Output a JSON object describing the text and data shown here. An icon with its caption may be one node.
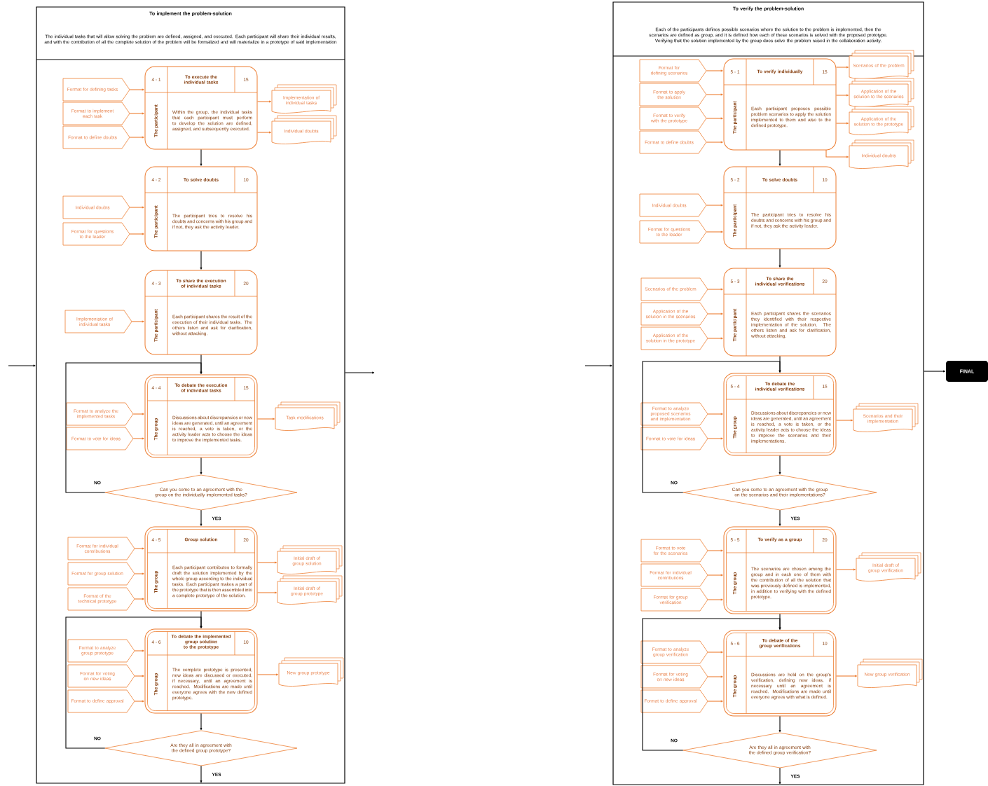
{
  "diagram": {
    "nodes": [
      {
        "text": [
          "To implement the problem-solution",
          "The individual tasks that will allow solving the problem are defined, assigned, and executed. Each participant will share their individual results, and with the contribution of all the complete solution of the problem will be formalized and will materialize in a prototype of said implementation"
        ]
      },
      {
        "text": [
          "Format for defining tasks"
        ],
        "in": 0
      },
      {
        "text": [
          "Format to implement each task"
        ],
        "in": 0
      },
      {
        "text": [
          "Format to define doubts"
        ],
        "in": 0
      },
      {
        "text": [
          "4 - 1",
          "To execute the individual tasks",
          "15",
          "The participant",
          "Within the group, the individual tasks that each participant must perform to develop the solution are defined, assigned, and subsequently executed."
        ],
        "in": 0
      },
      {
        "text": [
          "Implementation of individual tasks"
        ],
        "in": 0
      },
      {
        "text": [
          "Individual doubts"
        ],
        "in": 0
      },
      {
        "text": [
          "Individual doubts"
        ],
        "in": 0
      },
      {
        "text": [
          "Format for questions to the leader"
        ],
        "in": 0
      },
      {
        "text": [
          "4 - 2",
          "To solve doubts",
          "10",
          "The participant",
          "The participant tries to resolve his doubts and concerns with his group and if not, they ask the activity leader."
        ],
        "in": 0
      },
      {
        "text": [
          "Implementation of individual tasks"
        ],
        "in": 0
      },
      {
        "text": [
          "4 - 3",
          "To share the execution of individual tasks",
          "20",
          "The participant",
          "Each participant shares the result of the execution of their individual tasks. The others listen and ask for clarification, without attacking."
        ],
        "in": 0
      },
      {
        "text": [
          "Format to analyze the implemented tasks"
        ],
        "in": 0
      },
      {
        "text": [
          "Format to vote for ideas"
        ],
        "in": 0
      },
      {
        "text": [
          "4 - 4",
          "To debate the execution of individual tasks",
          "15",
          "The group",
          "Discussions about discrepancies or new ideas are generated, until an agreement is reached, a vote is taken, or the activity leader acts to choose the ideas to improve the implemented tasks."
        ],
        "in": 0
      },
      {
        "text": [
          "Task modifications"
        ],
        "in": 0
      },
      {
        "text": [
          "Can you come to an agreement with the group on the individually implemented tasks?"
        ],
        "in": 0
      },
      {
        "text": [
          "Format for individual contributions"
        ],
        "in": 0
      },
      {
        "text": [
          "Format for group solution"
        ],
        "in": 0
      },
      {
        "text": [
          "Format of the technical prototype"
        ],
        "in": 0
      },
      {
        "text": [
          "4 - 5",
          "Group solution",
          "20",
          "The group",
          "Each participant contributes to formally draft the solution implemented by the whole group according to the individual tasks. Each participant makes a part of the prototype that is then assembled into a complete prototype of the solution."
        ],
        "in": 0
      },
      {
        "text": [
          "Initial draft of group solution"
        ],
        "in": 0
      },
      {
        "text": [
          "Initial draft of group prototype"
        ],
        "in": 0
      },
      {
        "text": [
          "Format to analyze group prototype"
        ],
        "in": 0
      },
      {
        "text": [
          "Format for voting on new ideas"
        ],
        "in": 0
      },
      {
        "text": [
          "Format to define approval"
        ],
        "in": 0
      },
      {
        "text": [
          "4 - 6",
          "To debate the implemented group solution to the prototype",
          "10",
          "The group",
          "The complete prototype is presented, new ideas are discussed or executed, if necessary, until an agreement is reached. Modifications are made until everyone agrees with the new defined prototype."
        ],
        "in": 0
      },
      {
        "text": [
          "New group prototype"
        ],
        "in": 0
      },
      {
        "text": [
          "Are they all in agreement with the defined group prototype?"
        ],
        "in": 0
      },
      {
        "text": [
          "To verify the problem-solution",
          "Each of the participants defines possible scenarios where the solution to the problem is implemented, then the scenarios are defined as group, and it is defined how each of these scenarios is solved with the proposed prototype. Verifying that the solution implemented by the group does solve the problem raised in the collaboration activity."
        ]
      },
      {
        "text": [
          "Format for defining scenarios"
        ],
        "in": 29
      },
      {
        "text": [
          "Format to apply the solution"
        ],
        "in": 29
      },
      {
        "text": [
          "Format to verify with the prototype"
        ],
        "in": 29
      },
      {
        "text": [
          "Format to define doubts"
        ],
        "in": 29
      },
      {
        "text": [
          "5 - 1",
          "To verify individually",
          "15",
          "The participant",
          "Each participant proposes possible problem scenarios to apply the solution implemented to them and also to the defined prototype."
        ],
        "in": 29
      },
      {
        "text": [
          "Scenarios of the problem"
        ],
        "in": 29
      },
      {
        "text": [
          "Application of the solution to the scenarios"
        ],
        "in": 29
      },
      {
        "text": [
          "Application of the solution to the prototype"
        ],
        "in": 29
      },
      {
        "text": [
          "Individual doubts"
        ],
        "in": 29
      },
      {
        "text": [
          "Individual doubts"
        ],
        "in": 29
      },
      {
        "text": [
          "Format for questions to the leader"
        ],
        "in": 29
      },
      {
        "text": [
          "5 - 2",
          "To solve doubts",
          "10",
          "The participant",
          "The participant tries to resolve his doubts and concerns with his group and if not, they ask the activity leader."
        ],
        "in": 29
      },
      {
        "text": [
          "Scenarios of the problem"
        ],
        "in": 29
      },
      {
        "text": [
          "Application of the solution in the scenarios"
        ],
        "in": 29
      },
      {
        "text": [
          "Application of the solution in the prototype"
        ],
        "in": 29
      },
      {
        "text": [
          "5 - 3",
          "To share the individual verifications",
          "20",
          "The participant",
          "Each participant shares the scenarios they identified with their respective implementation of the solution. The others listen and ask for clarification, without attacking."
        ],
        "in": 29
      },
      {
        "text": [
          "Format to analyze proposed scenarios and implementation"
        ],
        "in": 29
      },
      {
        "text": [
          "Format to vote for ideas"
        ],
        "in": 29
      },
      {
        "text": [
          "5 - 4",
          "To debate the individual verifications",
          "15",
          "The group",
          "Discussions about discrepancies or new ideas are generated, until an agreement is reached, a vote is taken, or the activity leader acts to choose the ideas to improve the scenarios and their implementations."
        ],
        "in": 29
      },
      {
        "text": [
          "Scenarios and their implementation"
        ],
        "in": 29
      },
      {
        "text": [
          "Can you come to an agreement with the group on the scenarios and their implementations?"
        ],
        "in": 29
      },
      {
        "text": [
          "Format to vote for the scenarios"
        ],
        "in": 29
      },
      {
        "text": [
          "Format for individual contributions"
        ],
        "in": 29
      },
      {
        "text": [
          "Format for group verification"
        ],
        "in": 29
      },
      {
        "text": [
          "5 - 5",
          "To verify as a group",
          "20",
          "The group",
          "The scenarios are chosen among the group and in each one of them with the contribution of all the solution that was previously defined is implemented, in addition to verifying with the defined prototype."
        ],
        "in": 29
      },
      {
        "text": [
          "Initial draft of group verification"
        ],
        "in": 29
      },
      {
        "text": [
          "Format to analyze group verification"
        ],
        "in": 29
      },
      {
        "text": [
          "Format for voting on new ideas"
        ],
        "in": 29
      },
      {
        "text": [
          "Format to define approval"
        ],
        "in": 29
      },
      {
        "text": [
          "5 - 6",
          "To debate of the group verifications",
          "10",
          "The group",
          "Discussions are held on the group's verification, defining new ideas, if necessary until an agreement is reached. Modifications are made until everyone agrees with what is defined."
        ],
        "in": 29
      },
      {
        "text": [
          "New group verification"
        ],
        "in": 29
      },
      {
        "text": [
          "Are they all in agreement with the defined group verification?"
        ],
        "in": 29
      },
      {
        "text": [
          "FINAL"
        ]
      }
    ],
    "edges": [
      {
        "from": null,
        "to": 0,
        "arrow": "to",
        "color": "#000000"
      },
      {
        "from": 1,
        "to": 4,
        "arrow": "to"
      },
      {
        "from": 2,
        "to": 4,
        "arrow": "to"
      },
      {
        "from": 3,
        "to": 4,
        "arrow": "to"
      },
      {
        "from": 4,
        "to": 5,
        "arrow": "to"
      },
      {
        "from": 4,
        "to": 6,
        "arrow": "to"
      },
      {
        "from": 4,
        "to": 9,
        "arrow": "to",
        "color": "#000000"
      },
      {
        "from": 7,
        "to": 9,
        "arrow": "to"
      },
      {
        "from": 8,
        "to": 9,
        "arrow": "to"
      },
      {
        "from": 9,
        "to": 11,
        "arrow": "to",
        "color": "#000000"
      },
      {
        "from": 10,
        "to": 11,
        "arrow": "to"
      },
      {
        "from": 11,
        "to": 14,
        "arrow": "to",
        "color": "#000000"
      },
      {
        "from": 12,
        "to": 14,
        "arrow": "to"
      },
      {
        "from": 13,
        "to": 14,
        "arrow": "to"
      },
      {
        "from": 14,
        "to": 15,
        "arrow": "to"
      },
      {
        "from": 14,
        "to": 16,
        "arrow": "to",
        "color": "#000000"
      },
      {
        "from": 16,
        "to": 20,
        "arrow": "to",
        "label": "YES",
        "color": "#000000"
      },
      {
        "from": 16,
        "to": 14,
        "arrow": "to",
        "label": "NO",
        "color": "#000000"
      },
      {
        "from": 17,
        "to": 20,
        "arrow": "to"
      },
      {
        "from": 18,
        "to": 20,
        "arrow": "to"
      },
      {
        "from": 19,
        "to": 20,
        "arrow": "to"
      },
      {
        "from": 20,
        "to": 21,
        "arrow": "to"
      },
      {
        "from": 20,
        "to": 22,
        "arrow": "to"
      },
      {
        "from": 20,
        "to": 26,
        "arrow": "to",
        "color": "#000000"
      },
      {
        "from": 23,
        "to": 26,
        "arrow": "to"
      },
      {
        "from": 24,
        "to": 26,
        "arrow": "to"
      },
      {
        "from": 25,
        "to": 26,
        "arrow": "to"
      },
      {
        "from": 26,
        "to": 27,
        "arrow": "to"
      },
      {
        "from": 26,
        "to": 28,
        "arrow": "to",
        "color": "#000000"
      },
      {
        "from": 28,
        "to": null,
        "arrow": "to",
        "label": "YES",
        "color": "#000000"
      },
      {
        "from": 28,
        "to": 26,
        "arrow": "to",
        "label": "NO",
        "color": "#000000"
      },
      {
        "from": 0,
        "to": null,
        "arrow": "to",
        "color": "#000000"
      },
      {
        "from": null,
        "to": 29,
        "arrow": "to",
        "color": "#000000"
      },
      {
        "from": 30,
        "to": 34,
        "arrow": "to"
      },
      {
        "from": 31,
        "to": 34,
        "arrow": "to"
      },
      {
        "from": 32,
        "to": 34,
        "arrow": "to"
      },
      {
        "from": 33,
        "to": 34,
        "arrow": "to"
      },
      {
        "from": 34,
        "to": 35,
        "arrow": "to"
      },
      {
        "from": 34,
        "to": 36,
        "arrow": "to"
      },
      {
        "from": 34,
        "to": 37,
        "arrow": "to"
      },
      {
        "from": 34,
        "to": 38,
        "arrow": "to"
      },
      {
        "from": 34,
        "to": 41,
        "arrow": "to",
        "color": "#000000"
      },
      {
        "from": 39,
        "to": 41,
        "arrow": "to"
      },
      {
        "from": 40,
        "to": 41,
        "arrow": "to"
      },
      {
        "from": 41,
        "to": 45,
        "arrow": "to",
        "color": "#000000"
      },
      {
        "from": 42,
        "to": 45,
        "arrow": "to"
      },
      {
        "from": 43,
        "to": 45,
        "arrow": "to"
      },
      {
        "from": 44,
        "to": 45,
        "arrow": "to"
      },
      {
        "from": 45,
        "to": 48,
        "arrow": "to",
        "color": "#000000"
      },
      {
        "from": 46,
        "to": 48,
        "arrow": "to"
      },
      {
        "from": 47,
        "to": 48,
        "arrow": "to"
      },
      {
        "from": 48,
        "to": 49,
        "arrow": "to"
      },
      {
        "from": 48,
        "to": 50,
        "arrow": "to",
        "color": "#000000"
      },
      {
        "from": 50,
        "to": 54,
        "arrow": "to",
        "label": "YES",
        "color": "#000000"
      },
      {
        "from": 50,
        "to": 48,
        "arrow": "to",
        "label": "NO",
        "color": "#000000"
      },
      {
        "from": 51,
        "to": 54,
        "arrow": "to"
      },
      {
        "from": 52,
        "to": 54,
        "arrow": "to"
      },
      {
        "from": 53,
        "to": 54,
        "arrow": "to"
      },
      {
        "from": 54,
        "to": 55,
        "arrow": "to"
      },
      {
        "from": 54,
        "to": 59,
        "arrow": "to",
        "color": "#000000"
      },
      {
        "from": 56,
        "to": 59,
        "arrow": "to"
      },
      {
        "from": 57,
        "to": 59,
        "arrow": "to"
      },
      {
        "from": 58,
        "to": 59,
        "arrow": "to"
      },
      {
        "from": 59,
        "to": 60,
        "arrow": "to"
      },
      {
        "from": 59,
        "to": 61,
        "arrow": "to",
        "color": "#000000"
      },
      {
        "from": 61,
        "to": null,
        "arrow": "to",
        "label": "YES",
        "color": "#000000"
      },
      {
        "from": 61,
        "to": 59,
        "arrow": "to",
        "label": "NO",
        "color": "#000000"
      },
      {
        "from": 29,
        "to": 62,
        "arrow": "to",
        "color": "#000000"
      }
    ]
  }
}
